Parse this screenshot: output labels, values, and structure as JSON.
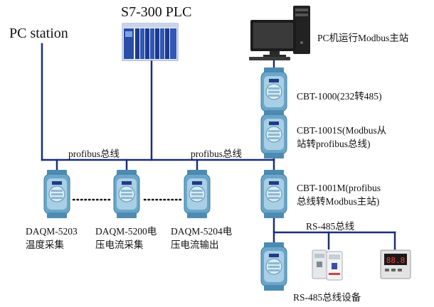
{
  "labels": {
    "pc_station": "PC station",
    "plc": "S7-300 PLC",
    "pc_master": "PC机运行Modbus主站",
    "cbt1000": "CBT-1000(232转485)",
    "cbt1001s_l1": "CBT-1001S(Modbus从",
    "cbt1001s_l2": "站转profibus总线)",
    "profibus_left": "profibus总线",
    "profibus_right": "profibus总线",
    "cbt1001m_l1": "CBT-1001M(profibus",
    "cbt1001m_l2": "总线转Modbus主站)",
    "rs485_bus": "RS-485总线",
    "daqm5203_l1": "DAQM-5203",
    "daqm5203_l2": "温度采集",
    "daqm5200_l1": "DAQM-5200电",
    "daqm5200_l2": "压电流采集",
    "daqm5204_l1": "DAQM-5204电",
    "daqm5204_l2": "压电流输出",
    "rs485_devices": "RS-485总线设备",
    "meter_display": "88.8"
  },
  "colors": {
    "bus_line": "#1a2f7a",
    "module_body": "#6aa6c8",
    "module_light": "#d7ecf6",
    "module_dark": "#2e6f96",
    "plc_blue": "#2a4da8",
    "monitor_dark": "#1c1c1c"
  },
  "icons": [
    "plc-rack-icon",
    "desktop-pc-icon",
    "din-module-icon",
    "inverter-device-icon",
    "panel-meter-icon"
  ]
}
